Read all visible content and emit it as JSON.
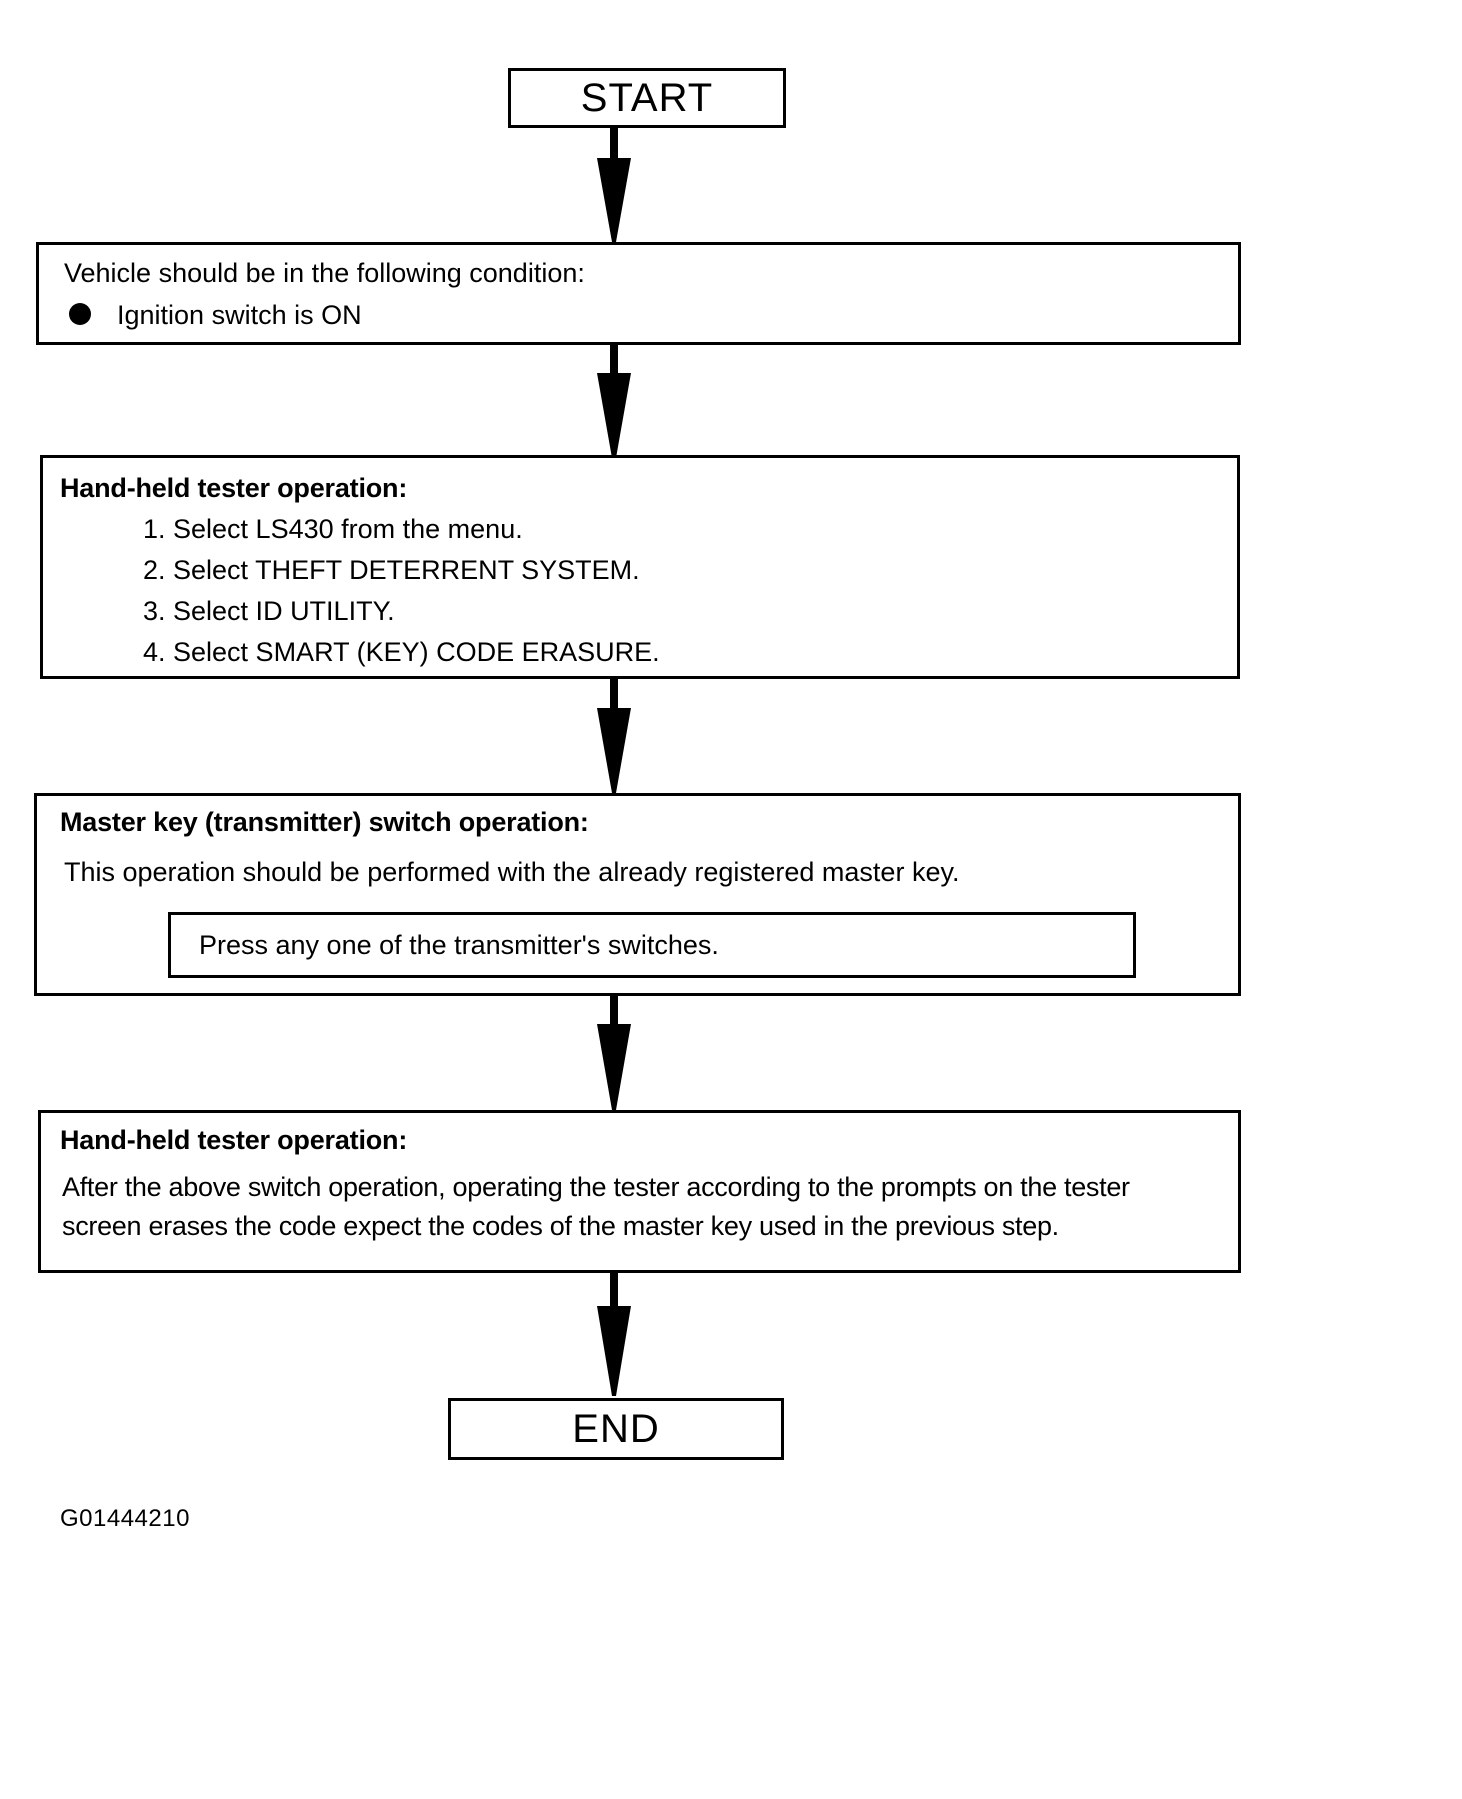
{
  "diagram": {
    "figure_id": "G01444210",
    "start_label": "START",
    "end_label": "END",
    "nodes": {
      "condition": {
        "heading": "Vehicle should be in the following condition:",
        "bullets": [
          "Ignition switch is ON"
        ]
      },
      "tester_operation_1": {
        "title": "Hand-held tester operation:",
        "steps": [
          "1. Select LS430 from the menu.",
          "2. Select THEFT DETERRENT SYSTEM.",
          "3. Select ID UTILITY.",
          "4. Select SMART (KEY) CODE ERASURE."
        ]
      },
      "master_key_operation": {
        "title": "Master key (transmitter) switch operation:",
        "body": "This operation should be performed with the already registered master key.",
        "inner_box": "Press any one of the transmitter's switches."
      },
      "tester_operation_2": {
        "title": "Hand-held tester operation:",
        "body_line_1": "After the above switch operation, operating the tester according to the prompts on the tester",
        "body_line_2": "screen erases the code expect the codes of the master key used in the previous step."
      }
    },
    "colors": {
      "stroke": "#000000",
      "background": "#ffffff"
    }
  }
}
